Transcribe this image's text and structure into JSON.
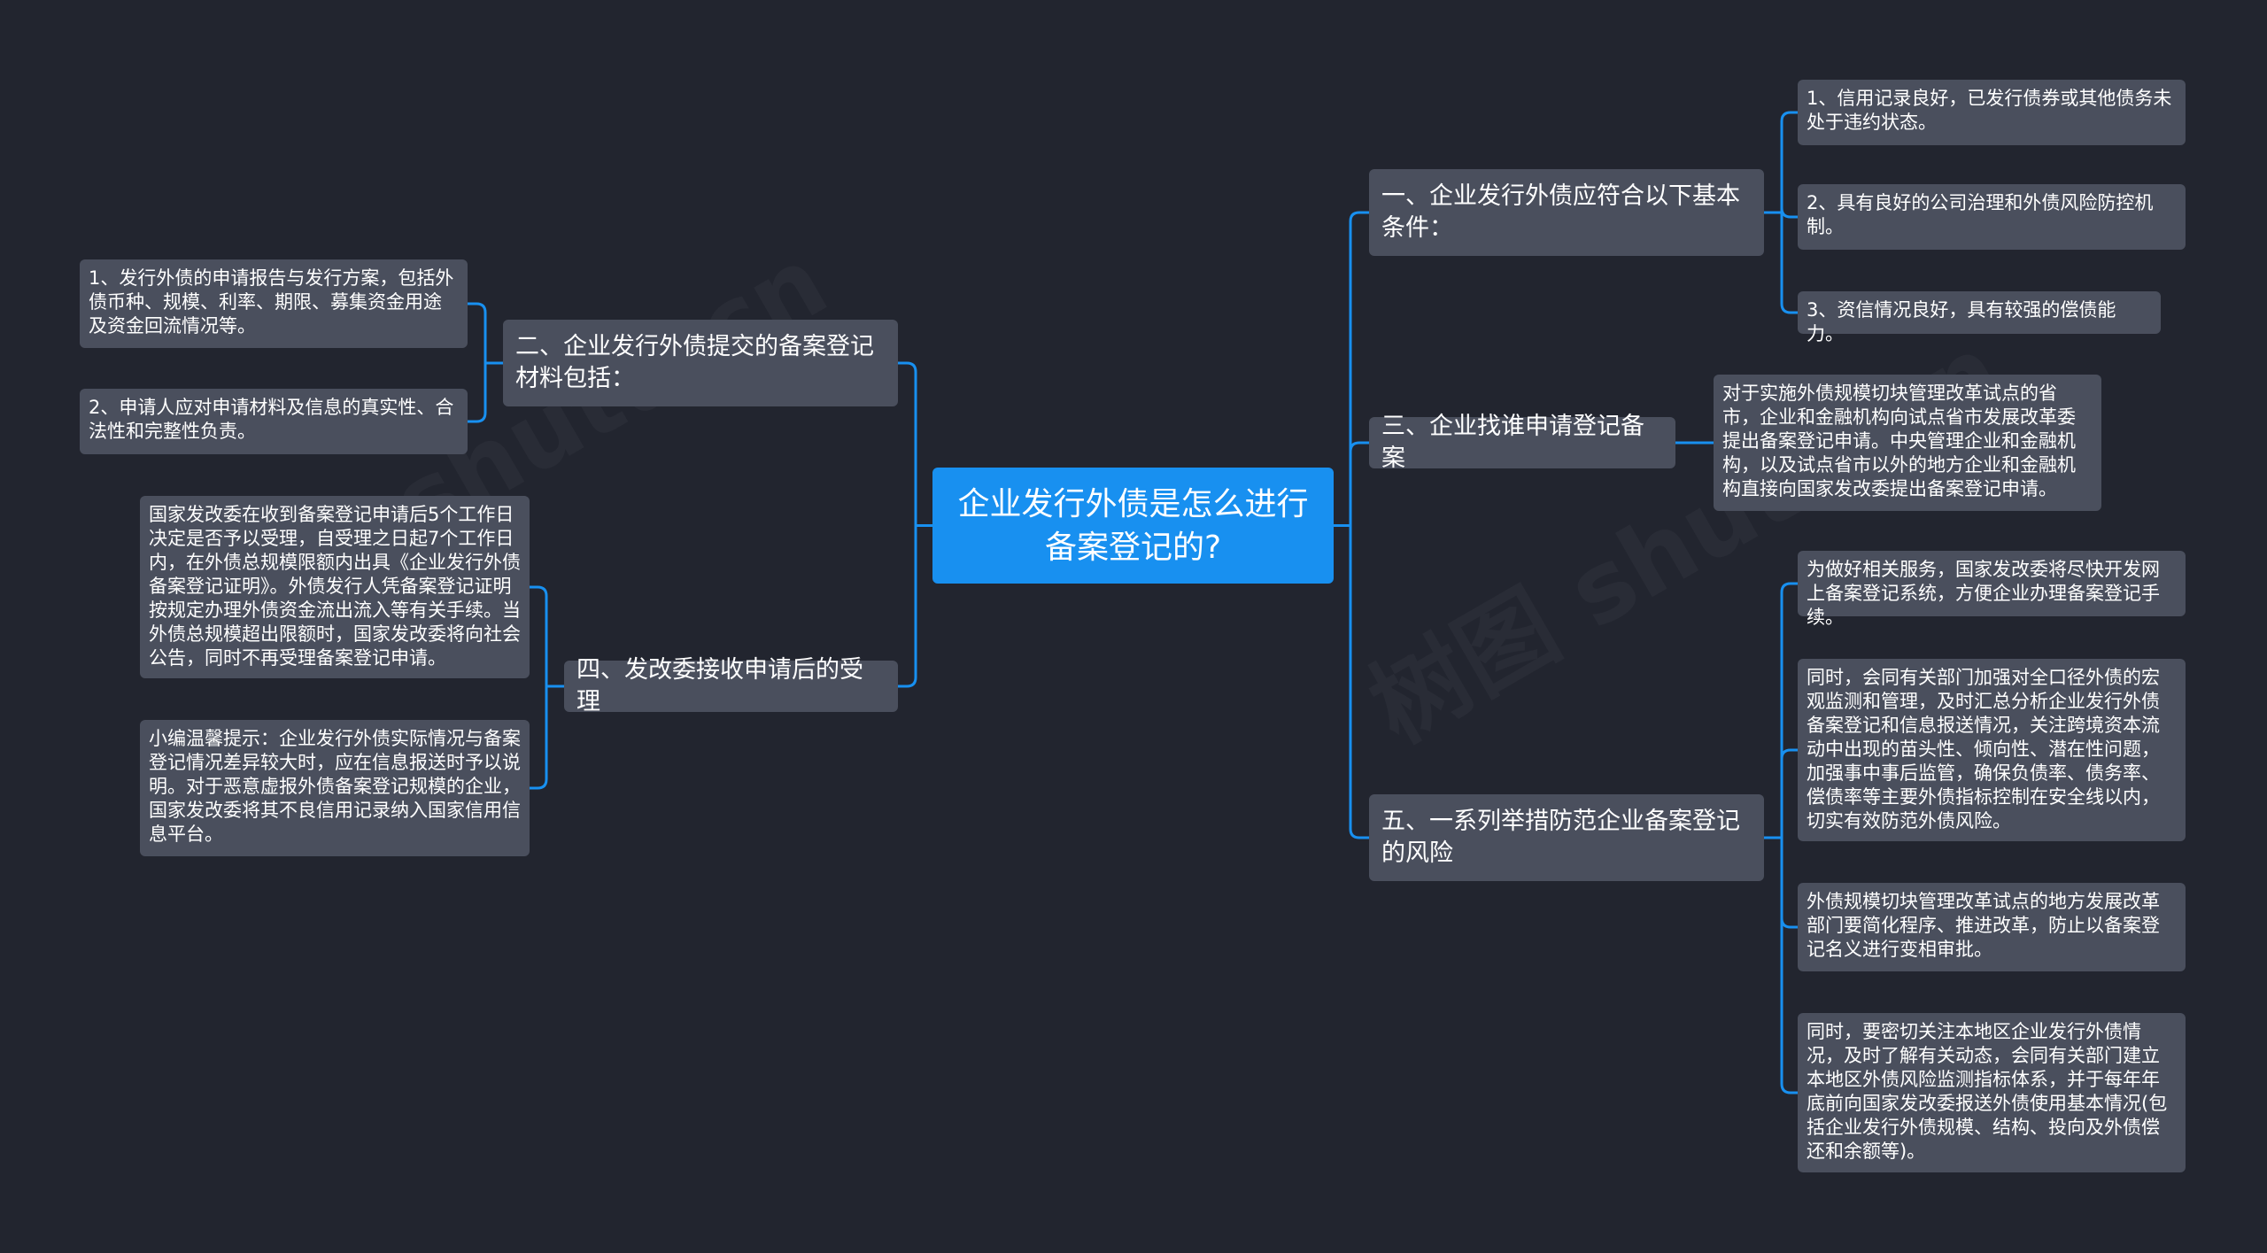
{
  "mindmap": {
    "root": {
      "text": "企业发行外债是怎么进行备案登记的?"
    },
    "branches": [
      {
        "id": "b1",
        "side": "right",
        "text": "一、企业发行外债应符合以下基本条件：",
        "children": [
          "1、信用记录良好，已发行债券或其他债务未处于违约状态。",
          "2、具有良好的公司治理和外债风险防控机制。",
          "3、资信情况良好，具有较强的偿债能力。"
        ]
      },
      {
        "id": "b3",
        "side": "right",
        "text": "三、企业找谁申请登记备案",
        "children": [
          "对于实施外债规模切块管理改革试点的省市，企业和金融机构向试点省市发展改革委提出备案登记申请。中央管理企业和金融机构，以及试点省市以外的地方企业和金融机构直接向国家发改委提出备案登记申请。"
        ]
      },
      {
        "id": "b5",
        "side": "right",
        "text": "五、一系列举措防范企业备案登记的风险",
        "children": [
          "为做好相关服务，国家发改委将尽快开发网上备案登记系统，方便企业办理备案登记手续。",
          "同时，会同有关部门加强对全口径外债的宏观监测和管理，及时汇总分析企业发行外债备案登记和信息报送情况，关注跨境资本流动中出现的苗头性、倾向性、潜在性问题，加强事中事后监管，确保负债率、债务率、偿债率等主要外债指标控制在安全线以内，切实有效防范外债风险。",
          "外债规模切块管理改革试点的地方发展改革部门要简化程序、推进改革，防止以备案登记名义进行变相审批。",
          "同时，要密切关注本地区企业发行外债情况，及时了解有关动态，会同有关部门建立本地区外债风险监测指标体系，并于每年年底前向国家发改委报送外债使用基本情况(包括企业发行外债规模、结构、投向及外债偿还和余额等)。"
        ]
      },
      {
        "id": "b2",
        "side": "left",
        "text": "二、企业发行外债提交的备案登记材料包括：",
        "children": [
          "1、发行外债的申请报告与发行方案，包括外债币种、规模、利率、期限、募集资金用途及资金回流情况等。",
          "2、申请人应对申请材料及信息的真实性、合法性和完整性负责。"
        ]
      },
      {
        "id": "b4",
        "side": "left",
        "text": "四、发改委接收申请后的受理",
        "children": [
          "国家发改委在收到备案登记申请后5个工作日决定是否予以受理，自受理之日起7个工作日内，在外债总规模限额内出具《企业发行外债备案登记证明》。外债发行人凭备案登记证明按规定办理外债资金流出流入等有关手续。当外债总规模超出限额时，国家发改委将向社会公告，同时不再受理备案登记申请。",
          "小编温馨提示：企业发行外债实际情况与备案登记情况差异较大时，应在信息报送时予以说明。对于恶意虚报外债备案登记规模的企业，国家发改委将其不良信用记录纳入国家信用信息平台。"
        ]
      }
    ]
  },
  "colors": {
    "background": "#22252f",
    "root": "#1890f0",
    "node": "#4a4f5d",
    "connector": "#1890f0",
    "text": "#ffffff"
  }
}
